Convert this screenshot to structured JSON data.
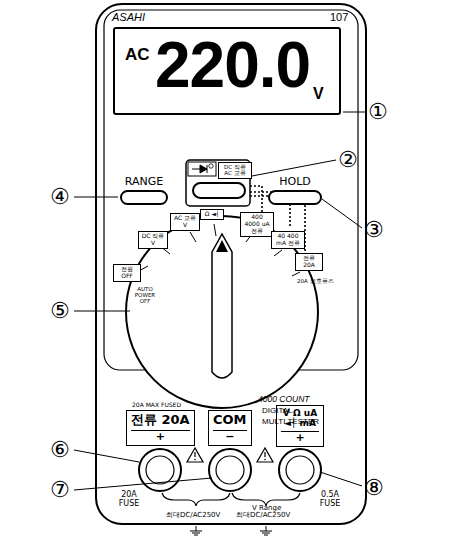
{
  "diagram": {
    "nodes": [
      {
        "text": [
          "AC",
          "220.0",
          "V"
        ]
      },
      {
        "text": [
          "RANGE"
        ]
      },
      {
        "text": [
          "DC 직류 AC 교류"
        ]
      },
      {
        "text": [
          "HOLD"
        ]
      },
      {
        "text": [
          "전원 OFF"
        ]
      },
      {
        "text": [
          "DC 직류 V"
        ]
      },
      {
        "text": [
          "AC 교류 V"
        ]
      },
      {
        "text": [
          "Ω ◄┤"
        ]
      },
      {
        "text": [
          "400 4000 uA 전류"
        ]
      },
      {
        "text": [
          "40 400 mA 전류"
        ]
      },
      {
        "text": [
          "전류 20A"
        ]
      },
      {
        "text": [
          "전류 20A",
          "+"
        ]
      },
      {
        "text": [
          "COM",
          "−"
        ]
      },
      {
        "text": [
          "V Ω uA ◄┤ mA",
          "+"
        ]
      }
    ],
    "labels": [
      "ASAHI",
      "107",
      "①",
      "②",
      "③",
      "④",
      "⑤",
      "⑥",
      "⑦",
      "⑧",
      "AUTO POWER OFF",
      "20A 보호퓨즈",
      "4000 COUNT",
      "DIGITAL",
      "MULTI TESTER",
      "20A MAX FUSED",
      "20A FUSE",
      "0.5A FUSE",
      "V Range",
      "최대DC/AC250V",
      "최대DC/AC250V"
    ]
  }
}
